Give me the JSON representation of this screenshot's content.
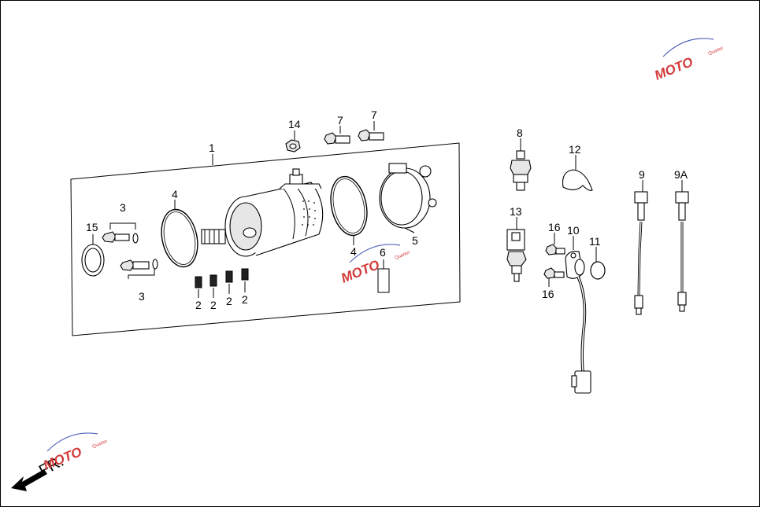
{
  "callouts": {
    "c1": "1",
    "c2a": "2",
    "c2b": "2",
    "c2c": "2",
    "c2d": "2",
    "c3a": "3",
    "c3b": "3",
    "c4a": "4",
    "c4b": "4",
    "c5": "5",
    "c6": "6",
    "c7a": "7",
    "c7b": "7",
    "c8": "8",
    "c9": "9",
    "c9a": "9A",
    "c10": "10",
    "c11": "11",
    "c12": "12",
    "c13": "13",
    "c14": "14",
    "c15": "15",
    "c16a": "16",
    "c16b": "16"
  },
  "front_marker": "FR.",
  "watermark": {
    "logo_text": "MOTO",
    "sub_text": "Quarter"
  },
  "colors": {
    "line": "#000000",
    "watermark_red": "#d23a3a",
    "watermark_blue": "#5566bb",
    "background": "#ffffff"
  }
}
